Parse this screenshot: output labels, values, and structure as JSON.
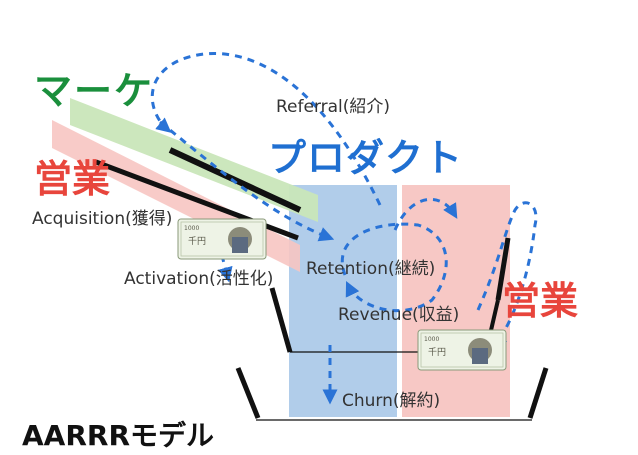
{
  "labels": {
    "marketing": "マーケ",
    "sales_left": "営業",
    "sales_right": "営業",
    "product": "プロダクト",
    "referral": "Referral(紹介)",
    "acquisition": "Acquisition(獲得)",
    "activation": "Activation(活性化)",
    "retention": "Retention(継続)",
    "revenue": "Revenue(収益)",
    "churn": "Churn(解約)",
    "title": "AARRRモデル",
    "bill_denomination": "千円",
    "bill_number": "1000"
  },
  "colors": {
    "marketing_text": "#1a8f3c",
    "sales_text": "#e8453c",
    "product_text": "#1f6fd1",
    "marketing_band": "#c9e6b9",
    "sales_band": "#f7c5c2",
    "product_column": "#a9c8e8",
    "sales_column": "#f7c5c2",
    "arrow": "#2a73d6",
    "funnel": "#111111"
  }
}
